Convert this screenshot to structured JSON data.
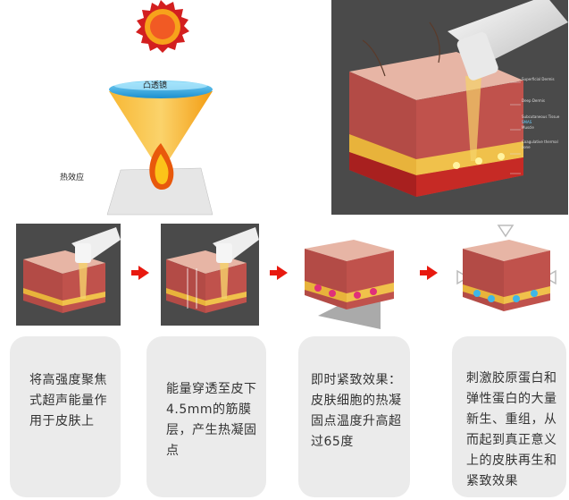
{
  "focus_diagram": {
    "lens_label": "凸透镜",
    "heat_label": "热效应"
  },
  "main_skin_image": {
    "layer_labels": [
      "Superficial Dermis",
      "Deep Dermis",
      "Subcutaneous Tissue",
      "SMAS",
      "Muscle",
      "Coagulative thermal zone"
    ]
  },
  "steps": [
    {
      "text": "将高强度聚焦式超声能量作用于皮肤上"
    },
    {
      "text": "能量穿透至皮下4.5mm的筋膜层，产生热凝固点"
    },
    {
      "text": "即时紧致效果：皮肤细胞的热凝固点温度升高超过65度"
    },
    {
      "text": "刺激胶原蛋白和弹性蛋白的大量新生、重组，从而起到真正意义上的皮肤再生和紧致效果"
    }
  ],
  "colors": {
    "arrow": "#e8190f",
    "card_bg": "#ebebeb",
    "dark_panel": "#4a4a4a",
    "sun": "#f15a24",
    "cone": "#f7a21b",
    "lens": "#29abe2"
  }
}
